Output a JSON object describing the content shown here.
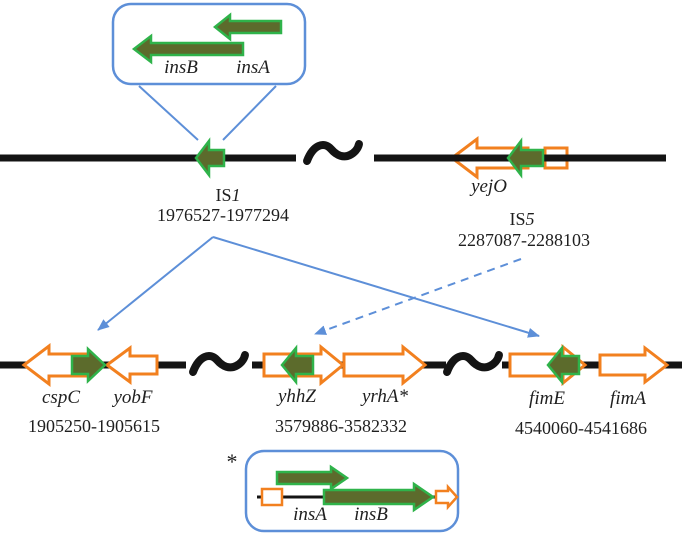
{
  "colors": {
    "blue": "#5d8fd8",
    "orange": "#f2801f",
    "green-fill": "#5c6b2c",
    "green-stroke": "#2fb34a",
    "ink": "#141414",
    "text": "#1f1f1f"
  },
  "figure": {
    "top_callout": {
      "insB": "insB",
      "insA": "insA"
    },
    "top_line": {
      "is1": {
        "prefix": "IS",
        "number": "1",
        "coordinates": "1976527-1977294"
      },
      "yejO": "yejO",
      "is5": {
        "prefix": "IS",
        "number": "5",
        "coordinates": "2287087-2288103"
      }
    },
    "bottom_line": {
      "left": {
        "gene1": "cspC",
        "gene2": "yobF",
        "coordinates": "1905250-1905615"
      },
      "middle": {
        "gene1": "yhhZ",
        "gene2": "yrhA*",
        "coordinates": "3579886-3582332"
      },
      "right": {
        "gene1": "fimE",
        "gene2": "fimA",
        "coordinates": "4540060-4541686"
      }
    },
    "bottom_callout": {
      "marker": "*",
      "insA": "insA",
      "insB": "insB"
    },
    "symbols": {
      "tilde": "~"
    }
  }
}
